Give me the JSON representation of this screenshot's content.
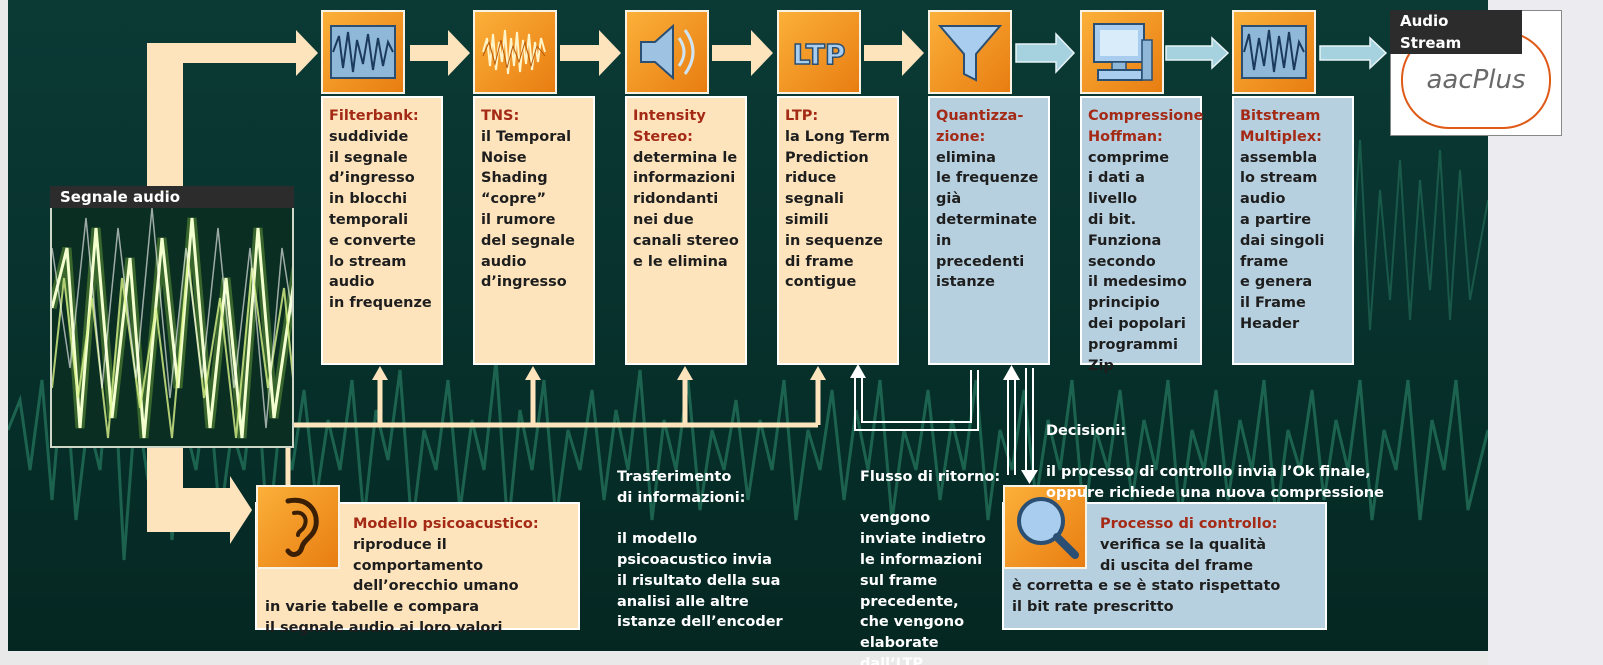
{
  "signal": {
    "title": "Segnale audio"
  },
  "output": {
    "title": "Audio Stream",
    "logo_text": "aacPlus"
  },
  "stages": [
    {
      "title": "Filterbank:",
      "desc": "suddivide\nil segnale\nd’ingresso\nin blocchi\ntemporali\ne converte\nlo stream\naudio\nin frequenze",
      "icon": "filterbank-waveform-icon"
    },
    {
      "title": "TNS:",
      "desc": "il Temporal\nNoise\nShading\n“copre”\nil rumore\ndel segnale\naudio\nd’ingresso",
      "icon": "tns-noise-icon"
    },
    {
      "title": "Intensity\nStereo:",
      "desc": "determina le\ninformazioni\nridondanti\nnei due\ncanali stereo\ne le elimina",
      "icon": "speaker-icon"
    },
    {
      "title": "LTP:",
      "desc": "la Long Term\nPrediction\nriduce\nsegnali simili\nin sequenze\ndi frame\ncontigue",
      "icon": "ltp-icon"
    },
    {
      "title": "Quantizza-\nzione:",
      "desc": "elimina\nle frequenze\ngià\ndeterminate\nin precedenti\nistanze",
      "icon": "funnel-icon"
    },
    {
      "title": "Compressione\nHoffman:",
      "desc": "comprime\ni dati a livello\ndi bit.\nFunziona\nsecondo\nil medesimo\nprincipio\ndei popolari\nprogrammi\nZip",
      "icon": "computer-icon"
    },
    {
      "title": "Bitstream\nMultiplex:",
      "desc": "assembla\nlo stream\naudio\na partire\ndai singoli\nframe\ne genera\nil Frame\nHeader",
      "icon": "bitstream-waveform-icon"
    }
  ],
  "psycho": {
    "title": "Modello psicoacustico:",
    "desc1": "riproduce il comportamento\ndell’orecchio umano",
    "desc2": "in varie tabelle e compara\nil segnale audio ai loro valori",
    "icon": "ear-icon"
  },
  "control": {
    "title": "Processo di controllo:",
    "desc1": "verifica se la qualità\ndi uscita del frame",
    "desc2": "è corretta e se è stato rispettato\nil bit rate prescritto",
    "icon": "magnifier-icon"
  },
  "notes": {
    "transfer_title": "Trasferimento\ndi informazioni:",
    "transfer_desc": "il modello\npsicoacustico invia\nil risultato della sua\nanalisi alle altre\nistanze dell’encoder",
    "return_title": "Flusso di ritorno:",
    "return_desc": "vengono\ninviate indietro\nle informazioni\nsul frame\nprecedente,\nche vengono\nelaborate\ndall’LTP",
    "decision_title": "Decisioni:",
    "decision_desc": "il processo di controllo invia l’Ok finale,\noppure richiede una nuova compressione"
  },
  "colors": {
    "stage_title": "#a42a16",
    "cream": "#fde4bd",
    "blue": "#b7d0df",
    "icon_orange": "#f39a22",
    "background": "#07302b"
  }
}
